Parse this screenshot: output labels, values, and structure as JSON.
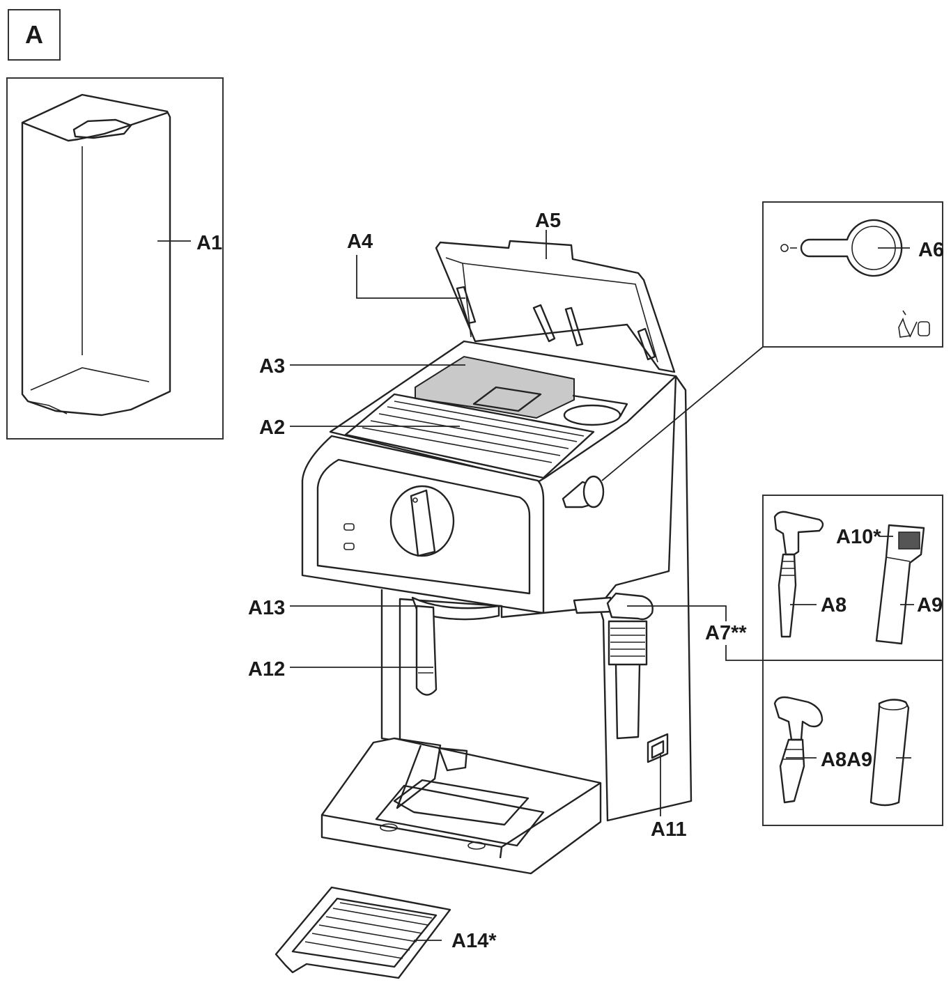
{
  "section_label": "A",
  "callouts": {
    "a1": "A1",
    "a2": "A2",
    "a3": "A3",
    "a4": "A4",
    "a5": "A5",
    "a6": "A6",
    "a7": "A7**",
    "a8": "A8",
    "a9": "A9",
    "a8a9": "A8A9",
    "a10": "A10*",
    "a11": "A11",
    "a12": "A12",
    "a13": "A13",
    "a14": "A14*"
  }
}
